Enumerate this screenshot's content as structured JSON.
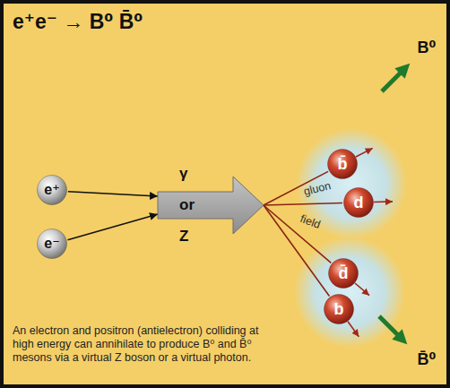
{
  "diagram": {
    "title": "e⁺e⁻ → B⁰ B̄⁰",
    "caption": "An electron and positron (antielectron) colliding at high energy can annihilate to produce B⁰ and B̄⁰ mesons via a virtual Z boson or a virtual photon.",
    "nodes": [
      {
        "text": [
          "e⁺"
        ]
      },
      {
        "text": [
          "e⁻"
        ]
      },
      {
        "text": [
          "γ",
          "or",
          "Z"
        ]
      },
      {
        "text": [
          "b̄"
        ]
      },
      {
        "text": [
          "d"
        ]
      },
      {
        "text": [
          "d̄"
        ]
      },
      {
        "text": [
          "b"
        ]
      }
    ],
    "edges": [
      {
        "from": 0,
        "to": 2,
        "arrow": "to"
      },
      {
        "from": 1,
        "to": 2,
        "arrow": "to"
      },
      {
        "from": 2,
        "to": 3,
        "arrow": "none"
      },
      {
        "from": 2,
        "to": 4,
        "arrow": "none"
      },
      {
        "from": 2,
        "to": 5,
        "arrow": "none"
      },
      {
        "from": 2,
        "to": 6,
        "arrow": "none"
      }
    ],
    "labels": [
      "gluon",
      "field",
      "B⁰",
      "B̄⁰"
    ]
  }
}
